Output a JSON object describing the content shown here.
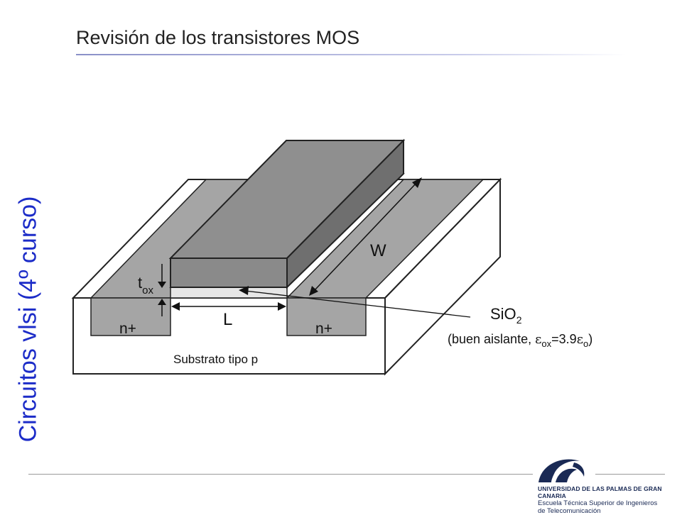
{
  "slide": {
    "title": "Revisión de los transistores MOS",
    "side_title": "Circuitos vlsi (4º curso)"
  },
  "diagram": {
    "label_tox": "t",
    "label_tox_sub": "ox",
    "label_L": "L",
    "label_W": "W",
    "label_nplus_left": "n+",
    "label_nplus_right": "n+",
    "label_sio2": "SiO",
    "label_sio2_sub": "2",
    "insulator_prefix": "(buen aislante, ",
    "insulator_eps": "ε",
    "insulator_eps_sub": "ox",
    "insulator_eq": "=3.9",
    "insulator_eps2": "ε",
    "insulator_eps2_sub": "o",
    "insulator_suffix": ")",
    "substrate_label": "Substrato tipo p",
    "colors": {
      "gate_top": "#8f8f8f",
      "gate_front": "#8a8a8a",
      "gate_side": "#6f6f6f",
      "diffusion": "#a5a5a5",
      "oxide": "#e6e6e6",
      "body": "#ffffff"
    }
  },
  "logo": {
    "line1": "UNIVERSIDAD DE LAS PALMAS DE GRAN CANARIA",
    "line2": "Escuela Técnica Superior de Ingenieros",
    "line3": "de Telecomunicación"
  }
}
